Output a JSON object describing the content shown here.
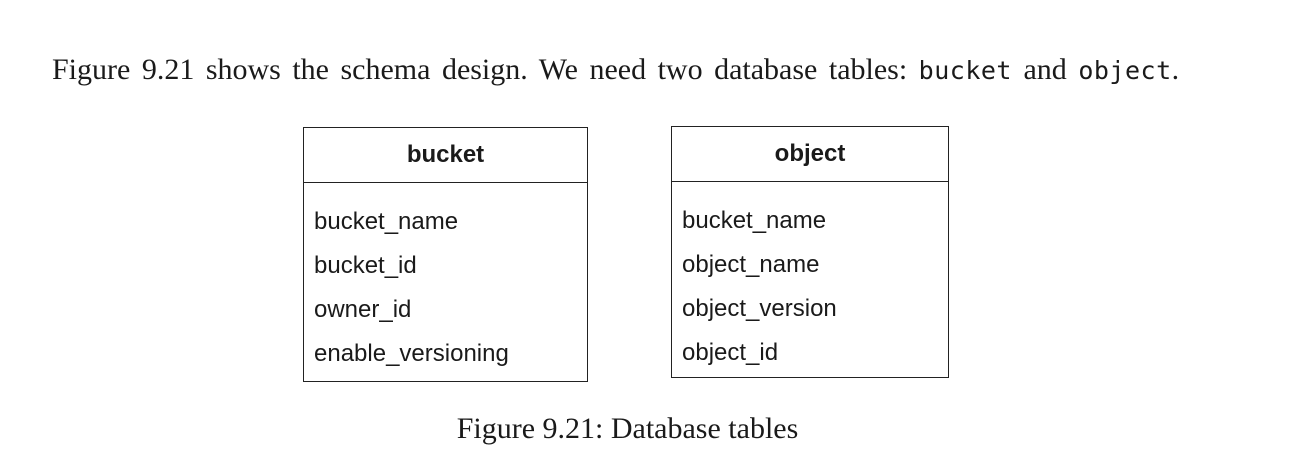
{
  "paragraph": {
    "part1": "Figure 9.21 shows the schema design.  We need two database tables: ",
    "code1": "bucket",
    "part2": " and ",
    "code2": "object",
    "part3": "."
  },
  "tables": {
    "bucket": {
      "title": "bucket",
      "fields": [
        "bucket_name",
        "bucket_id",
        "owner_id",
        "enable_versioning"
      ]
    },
    "object": {
      "title": "object",
      "fields": [
        "bucket_name",
        "object_name",
        "object_version",
        "object_id"
      ]
    }
  },
  "caption": "Figure 9.21: Database tables"
}
